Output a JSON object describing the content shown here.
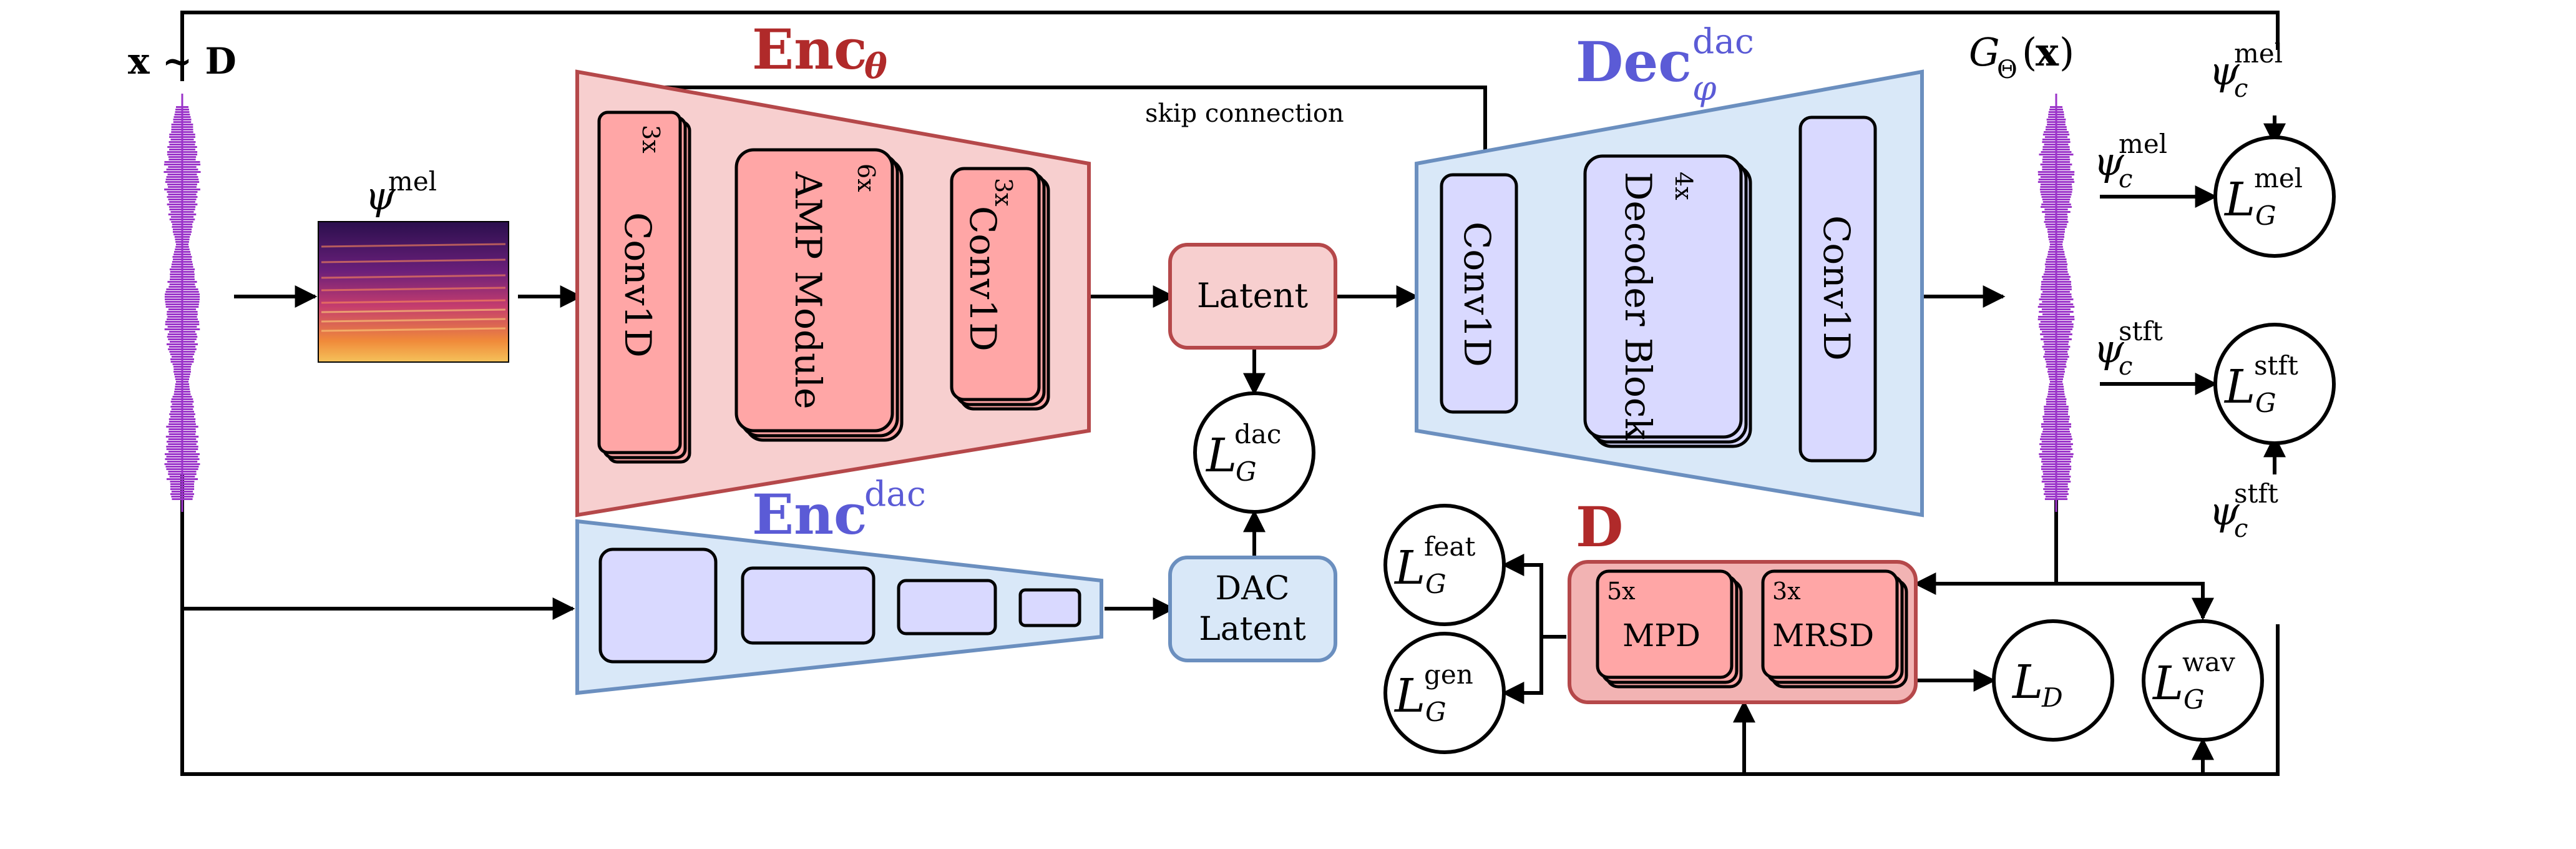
{
  "colors": {
    "enc_theta_fill": "#f7cfcf",
    "enc_theta_stroke": "#b5484a",
    "enc_theta_title": "#b02a2a",
    "block_red_fill": "#ffa6a6",
    "dec_fill": "#d9e8f8",
    "dec_stroke": "#6b8fbf",
    "dec_title": "#5b5bd6",
    "block_blue_fill": "#d9d9ff",
    "disc_fill": "#f2b3b3",
    "disc_stroke": "#b5484a",
    "disc_title": "#b02a2a",
    "latent_fill": "#f7cfcf",
    "dac_latent_fill": "#d9e8f8",
    "waveform": "#9b34c9",
    "line": "#000000"
  },
  "labels": {
    "input": "x ~ D",
    "mel_feature": "ψ^mel",
    "enc_theta": "Enc_θ",
    "enc_dac": "Enc^dac",
    "dec_dac": "Dec_φ^dac",
    "skip_connection": "skip connection",
    "output": "G_Θ(x)",
    "latent": "Latent",
    "dac_latent_line1": "DAC",
    "dac_latent_line2": "Latent",
    "discriminator": "D"
  },
  "encoder_blocks": [
    {
      "label": "Conv1D",
      "count": "3x"
    },
    {
      "label": "AMP Module",
      "count": "6x"
    },
    {
      "label": "Conv1D",
      "count": "3x"
    }
  ],
  "decoder_blocks": [
    {
      "label": "Conv1D",
      "count": ""
    },
    {
      "label": "Decoder Block",
      "count": "4x"
    },
    {
      "label": "Conv1D",
      "count": ""
    }
  ],
  "discriminator_blocks": [
    {
      "label": "MPD",
      "count": "5x"
    },
    {
      "label": "MRSD",
      "count": "3x"
    }
  ],
  "losses": {
    "dac": {
      "main": "L",
      "sub": "G",
      "sup": "dac"
    },
    "mel": {
      "main": "L",
      "sub": "G",
      "sup": "mel"
    },
    "stft": {
      "main": "L",
      "sub": "G",
      "sup": "stft"
    },
    "feat": {
      "main": "L",
      "sub": "G",
      "sup": "feat"
    },
    "gen": {
      "main": "L",
      "sub": "G",
      "sup": "gen"
    },
    "disc": {
      "main": "L",
      "sub": "D",
      "sup": ""
    },
    "wav": {
      "main": "L",
      "sub": "G",
      "sup": "wav"
    }
  },
  "psi_labels": {
    "mel_top": {
      "main": "ψ",
      "sub": "c",
      "sup": "mel"
    },
    "mel_left": {
      "main": "ψ",
      "sub": "c",
      "sup": "mel"
    },
    "stft_left": {
      "main": "ψ",
      "sub": "c",
      "sup": "stft"
    },
    "stft_bottom": {
      "main": "ψ",
      "sub": "c",
      "sup": "stft"
    }
  }
}
